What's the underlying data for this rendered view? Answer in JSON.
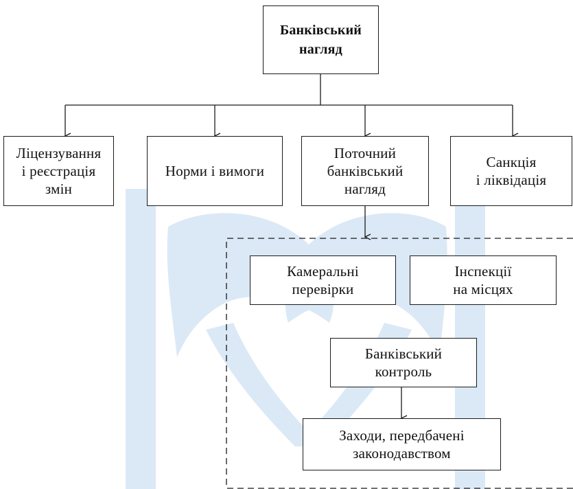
{
  "diagram": {
    "root": {
      "label": "Банківський\nнагляд"
    },
    "level1": [
      {
        "label": "Ліцензування\nі реєстрація\nзмін"
      },
      {
        "label": "Норми і вимоги"
      },
      {
        "label": "Поточний\nбанківський\nнагляд"
      },
      {
        "label": "Санкція\nі ліквідація"
      }
    ],
    "supervision_group": {
      "methods": [
        {
          "label": "Камеральні\nперевірки"
        },
        {
          "label": "Інспекції\nна місцях"
        }
      ],
      "control": {
        "label": "Банківський\nконтроль"
      },
      "measures": {
        "label": "Заходи, передбачені\nзаконодавством"
      }
    },
    "watermark_color": "#dbe9f6",
    "line_color": "#1a1a1a"
  }
}
